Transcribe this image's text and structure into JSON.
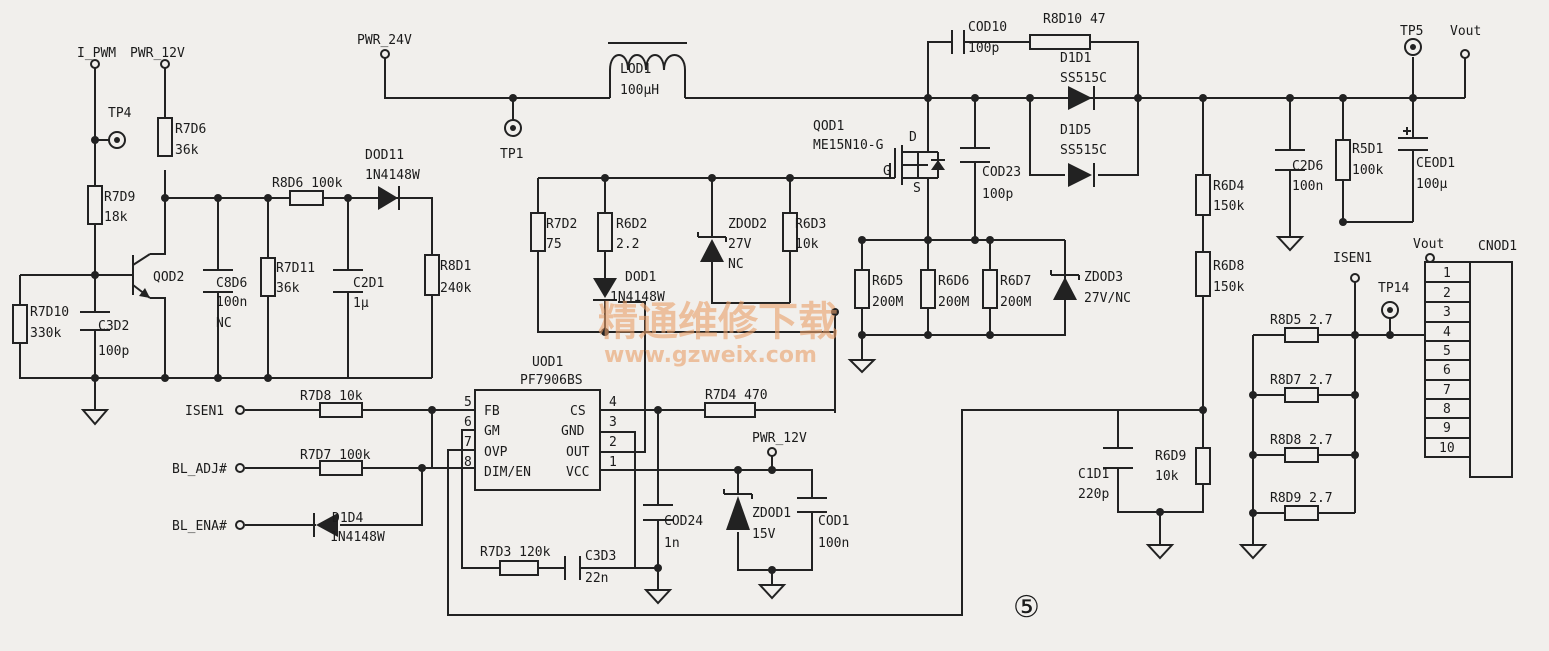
{
  "nets": {
    "i_pwm": "I_PWM",
    "pwr_12v_a": "PWR_12V",
    "pwr_24v": "PWR_24V",
    "pwr_12v_b": "PWR_12V",
    "vout_a": "Vout",
    "vout_b": "Vout",
    "isen1_left": "ISEN1",
    "isen1_right": "ISEN1",
    "bl_adj": "BL_ADJ#",
    "bl_ena": "BL_ENA#"
  },
  "tp": {
    "tp1": "TP1",
    "tp4": "TP4",
    "tp5": "TP5",
    "tp14": "TP14"
  },
  "parts": {
    "r7d9": [
      "R7D9",
      "18k"
    ],
    "r7d6": [
      "R7D6",
      "36k"
    ],
    "r7d10": [
      "R7D10",
      "330k"
    ],
    "c3d2": [
      "C3D2",
      "100p"
    ],
    "qod2": "QOD2",
    "c8d6": [
      "C8D6",
      "100n",
      "NC"
    ],
    "r7d11": [
      "R7D11",
      "36k"
    ],
    "c2d1": [
      "C2D1",
      "1μ"
    ],
    "r8d6": "R8D6 100k",
    "dod11": [
      "DOD11",
      "1N4148W"
    ],
    "r8d1": [
      "R8D1",
      "240k"
    ],
    "lod1": [
      "LOD1",
      "100μH"
    ],
    "qod1": [
      "QOD1",
      "ME15N10-G"
    ],
    "qod1_pins": {
      "d": "D",
      "g": "G",
      "s": "S"
    },
    "cod10": [
      "COD10",
      "100p"
    ],
    "r8d10": "R8D10 47",
    "d1d1": [
      "D1D1",
      "SS515C"
    ],
    "d1d5": [
      "D1D5",
      "SS515C"
    ],
    "cod23": [
      "COD23",
      "100p"
    ],
    "r7d2": [
      "R7D2",
      "75"
    ],
    "r6d2": [
      "R6D2",
      "2.2"
    ],
    "zdod2": [
      "ZDOD2",
      "27V",
      "NC"
    ],
    "r6d3": [
      "R6D3",
      "10k"
    ],
    "dod1": [
      "DOD1",
      "1N4148W"
    ],
    "r6d5": [
      "R6D5",
      "200M"
    ],
    "r6d6": [
      "R6D6",
      "200M"
    ],
    "r6d7": [
      "R6D7",
      "200M"
    ],
    "zdod3": [
      "ZDOD3",
      "27V/NC"
    ],
    "r6d4": [
      "R6D4",
      "150k"
    ],
    "r6d8": [
      "R6D8",
      "150k"
    ],
    "r6d9": [
      "R6D9",
      "10k"
    ],
    "c1d1": [
      "C1D1",
      "220p"
    ],
    "c2d6": [
      "C2D6",
      "100n"
    ],
    "r5d1": [
      "R5D1",
      "100k"
    ],
    "ceod1": [
      "CEOD1",
      "100μ"
    ],
    "r8d5": "R8D5 2.7",
    "r8d7": "R8D7 2.7",
    "r8d8": "R8D8 2.7",
    "r8d9": "R8D9 2.7",
    "r7d8": "R7D8 10k",
    "r7d7": "R7D7 100k",
    "r7d4": "R7D4 470",
    "d1d4": [
      "D1D4",
      "1N4148W"
    ],
    "r7d3": "R7D3 120k",
    "c3d3": [
      "C3D3",
      "22n"
    ],
    "cod24": [
      "COD24",
      "1n"
    ],
    "zdod1": [
      "ZDOD1",
      "15V"
    ],
    "cod1": [
      "COD1",
      "100n"
    ]
  },
  "ic": {
    "ref": "UOD1",
    "part": "PF7906BS",
    "pins_left": [
      {
        "num": "5",
        "name": "FB"
      },
      {
        "num": "6",
        "name": "GM"
      },
      {
        "num": "7",
        "name": "OVP"
      },
      {
        "num": "8",
        "name": "DIM/EN"
      }
    ],
    "pins_right": [
      {
        "num": "4",
        "name": "CS"
      },
      {
        "num": "3",
        "name": "GND"
      },
      {
        "num": "2",
        "name": "OUT"
      },
      {
        "num": "1",
        "name": "VCC"
      }
    ]
  },
  "connector": {
    "ref": "CNOD1",
    "pins": [
      "1",
      "2",
      "3",
      "4",
      "5",
      "6",
      "7",
      "8",
      "9",
      "10"
    ]
  },
  "figure_number": "⑤",
  "watermark": {
    "text": "精通维修下载",
    "url": "www.gzweix.com"
  }
}
